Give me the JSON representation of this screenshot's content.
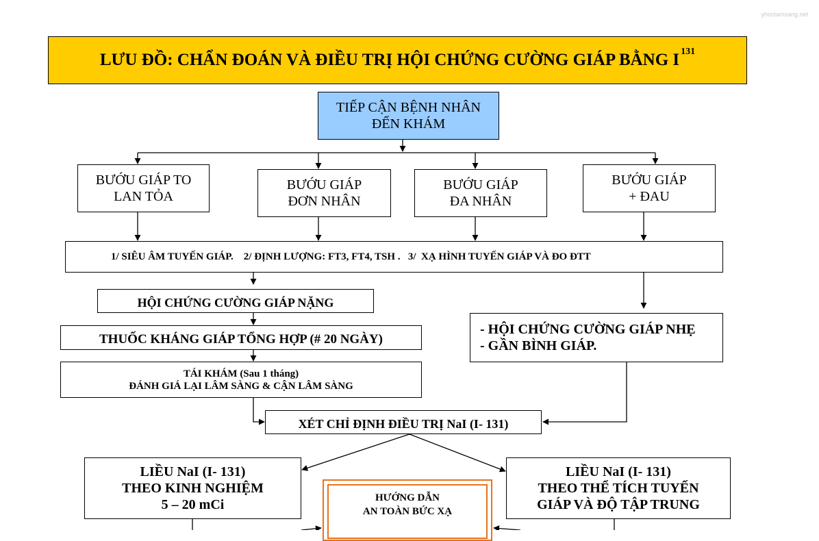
{
  "watermark": "yhoctamsang.net",
  "title": {
    "text": "LƯU ĐỒ: CHẨN ĐOÁN VÀ ĐIỀU TRỊ HỘI CHỨNG CƯỜNG GIÁP BẰNG I",
    "superscript": "131"
  },
  "start": {
    "line1": "TIẾP CẬN BỆNH NHÂN",
    "line2": "ĐẾN KHÁM"
  },
  "goiters": [
    {
      "line1": "BƯỚU GIÁP TO",
      "line2": "LAN TỎA"
    },
    {
      "line1": "BƯỚU GIÁP",
      "line2": "ĐƠN NHÂN"
    },
    {
      "line1": "BƯỚU GIÁP",
      "line2": "ĐA NHÂN"
    },
    {
      "line1": "BƯỚU GIÁP",
      "line2": "+ ĐAU"
    }
  ],
  "tests": {
    "item1": "1/ SIÊU ÂM TUYẾN GIÁP.",
    "item2": "2/ ĐỊNH LƯỢNG: FT3, FT4, TSH .",
    "item3": "3/  XẠ HÌNH TUYẾN GIÁP VÀ ĐO ĐTT"
  },
  "hyperthyroid": "HỘI CHỨNG CƯỜNG GIÁP NẶNG",
  "mild": {
    "line1": "- HỘI CHỨNG CƯỜNG GIÁP NHẸ",
    "line2": "- GẦN BÌNH GIÁP."
  },
  "antithyroid": "THUỐC KHÁNG GIÁP TỔNG HỢP (# 20 NGÀY)",
  "recheck": {
    "line1": "TÁI KHÁM (Sau 1 tháng)",
    "line2": "ĐÁNH GIÁ LẠI LÂM SÀNG & CẬN LÂM SÀNG"
  },
  "indication": "XÉT CHỈ ĐỊNH ĐIỀU TRỊ  NaI (I- 131)",
  "dose_empirical": {
    "line1": "LIỀU NaI (I- 131)",
    "line2": "THEO KINH NGHIỆM",
    "line3": "5 – 20 mCi"
  },
  "dose_volume": {
    "line1": "LIỀU NaI (I- 131)",
    "line2": "THEO THỂ TÍCH TUYẾN",
    "line3": "GIÁP VÀ ĐỘ TẬP TRUNG"
  },
  "safety": {
    "line1": "HƯỚNG DẪN",
    "line2": "AN TOÀN BỨC XẠ"
  },
  "colors": {
    "title_bg": "#ffcc00",
    "start_bg": "#99ccff",
    "safety_border": "#e8731a"
  }
}
